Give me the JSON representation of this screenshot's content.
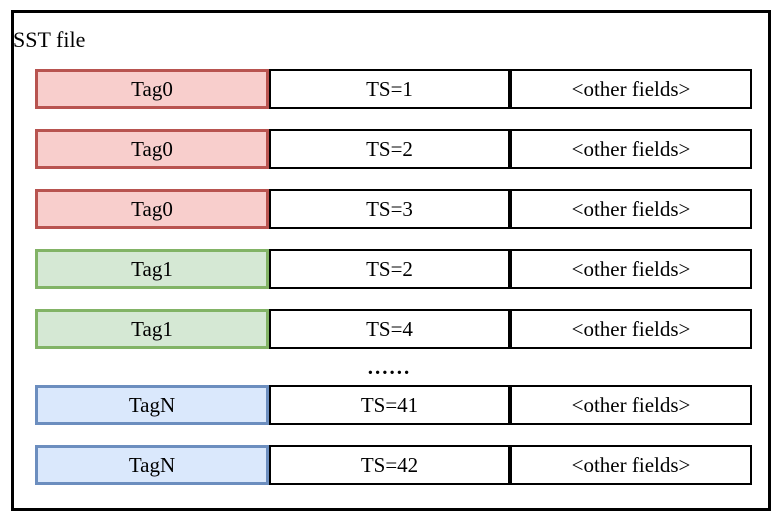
{
  "diagram": {
    "title": "SST file",
    "ellipsis": "......",
    "colors": {
      "red_fill": "#f8cecc",
      "red_stroke": "#b85450",
      "green_fill": "#d5e8d4",
      "green_stroke": "#82b366",
      "blue_fill": "#dae8fc",
      "blue_stroke": "#6c8ebf",
      "cell_stroke": "#000000",
      "cell_fill": "#ffffff",
      "frame_stroke": "#000000"
    },
    "rows": [
      {
        "tag": "Tag0",
        "ts": "TS=1",
        "other": "<other fields>",
        "color": "red"
      },
      {
        "tag": "Tag0",
        "ts": "TS=2",
        "other": "<other fields>",
        "color": "red"
      },
      {
        "tag": "Tag0",
        "ts": "TS=3",
        "other": "<other fields>",
        "color": "red"
      },
      {
        "tag": "Tag1",
        "ts": "TS=2",
        "other": "<other fields>",
        "color": "green"
      },
      {
        "tag": "Tag1",
        "ts": "TS=4",
        "other": "<other fields>",
        "color": "green"
      },
      {
        "tag": "TagN",
        "ts": "TS=41",
        "other": "<other fields>",
        "color": "blue"
      },
      {
        "tag": "TagN",
        "ts": "TS=42",
        "other": "<other fields>",
        "color": "blue"
      }
    ]
  }
}
